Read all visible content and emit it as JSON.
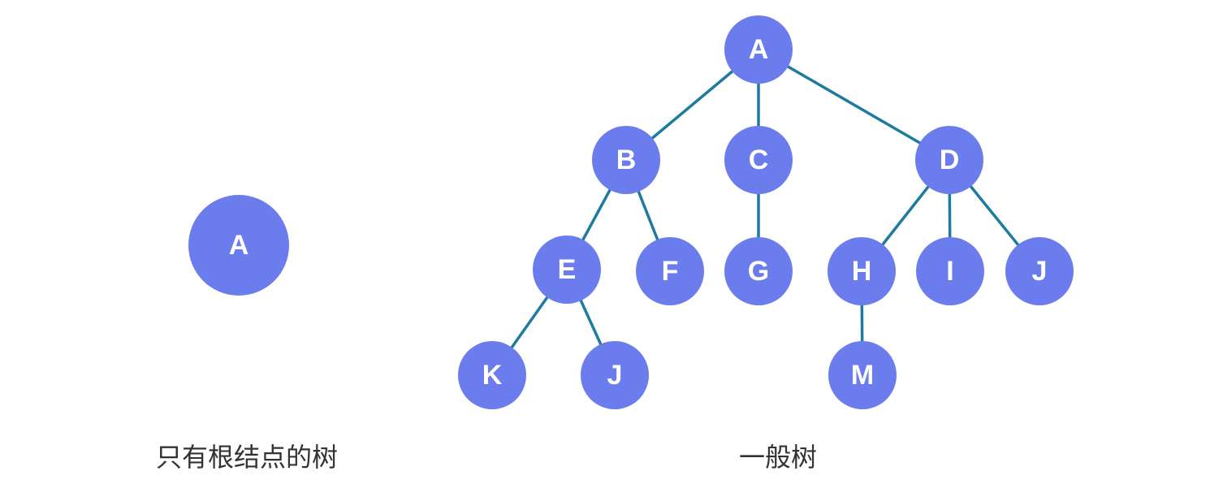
{
  "colors": {
    "node_fill": "#6b7ded",
    "edge_stroke": "#1e7ba0",
    "caption_text": "#333333"
  },
  "trees": [
    {
      "caption": "只有根结点的树",
      "nodes": [
        {
          "id": "r1",
          "label": "A"
        }
      ],
      "edges": []
    },
    {
      "caption": "一般树",
      "nodes": [
        {
          "id": "A",
          "label": "A"
        },
        {
          "id": "B",
          "label": "B"
        },
        {
          "id": "C",
          "label": "C"
        },
        {
          "id": "D",
          "label": "D"
        },
        {
          "id": "E",
          "label": "E"
        },
        {
          "id": "F",
          "label": "F"
        },
        {
          "id": "G",
          "label": "G"
        },
        {
          "id": "H",
          "label": "H"
        },
        {
          "id": "I",
          "label": "I"
        },
        {
          "id": "J1",
          "label": "J"
        },
        {
          "id": "K",
          "label": "K"
        },
        {
          "id": "J2",
          "label": "J"
        },
        {
          "id": "M",
          "label": "M"
        }
      ],
      "edges": [
        [
          "A",
          "B"
        ],
        [
          "A",
          "C"
        ],
        [
          "A",
          "D"
        ],
        [
          "B",
          "E"
        ],
        [
          "B",
          "F"
        ],
        [
          "C",
          "G"
        ],
        [
          "D",
          "H"
        ],
        [
          "D",
          "I"
        ],
        [
          "D",
          "J1"
        ],
        [
          "E",
          "K"
        ],
        [
          "E",
          "J2"
        ],
        [
          "H",
          "M"
        ]
      ]
    }
  ]
}
